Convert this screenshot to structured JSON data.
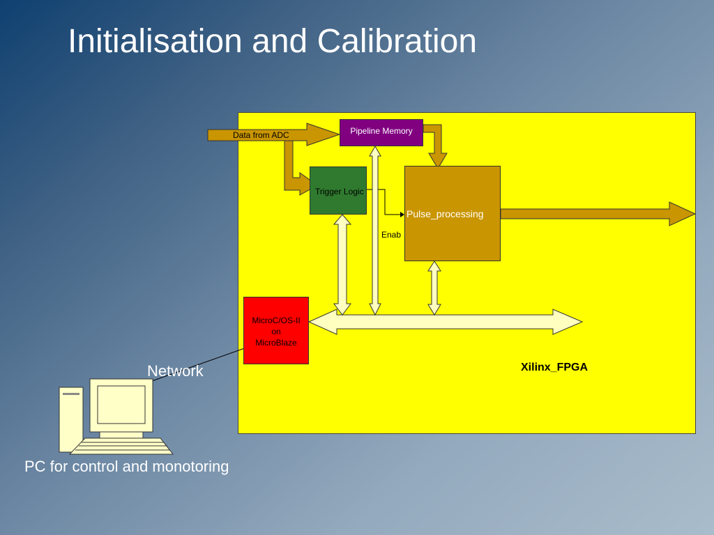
{
  "slide": {
    "title": "Initialisation and Calibration"
  },
  "diagram": {
    "fpga_label": "Xilinx_FPGA",
    "blocks": {
      "pipeline_memory": "Pipeline Memory",
      "trigger_logic": "Trigger Logic",
      "pulse_processing": "Pulse_processing",
      "microc_line1": "MicroC/OS-II",
      "microc_line2": "on",
      "microc_line3": "MicroBlaze"
    },
    "labels": {
      "data_from_adc": "Data from ADC",
      "enable": "Enab",
      "network": "Network",
      "pc": "PC for control and monotoring"
    }
  },
  "colors": {
    "fpga": "#ffff00",
    "pipeline_memory": "#800080",
    "trigger_logic": "#2f7a2f",
    "pulse_processing": "#c99500",
    "microc": "#ff0000",
    "data_arrow": "#c99500",
    "bus_arrow": "#ffffc0"
  }
}
